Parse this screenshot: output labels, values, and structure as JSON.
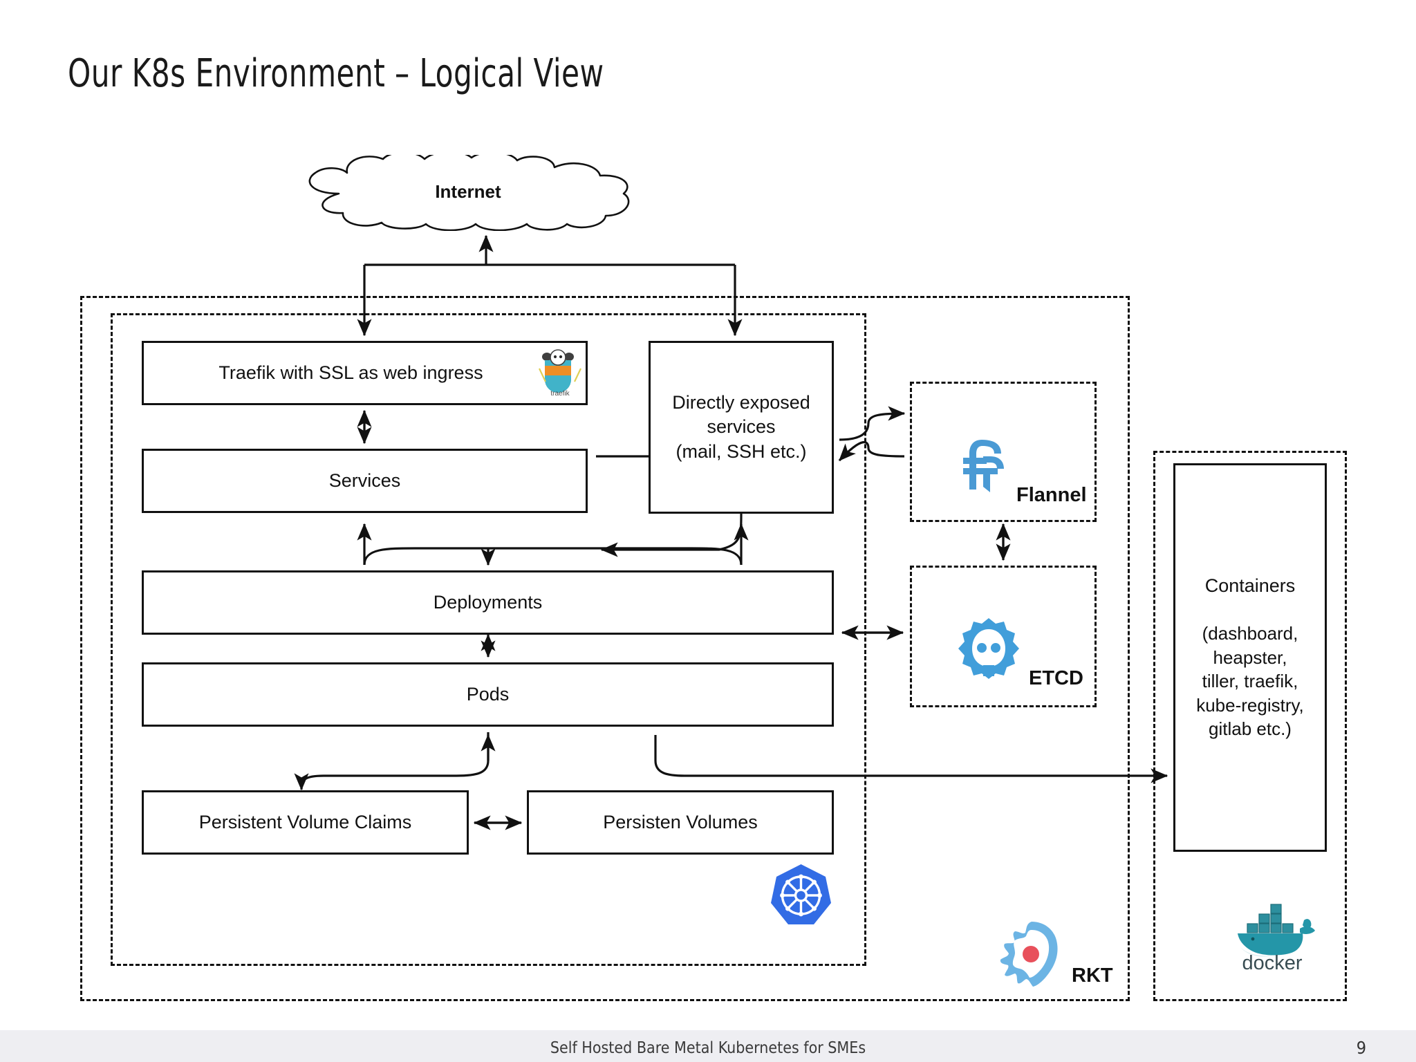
{
  "slide": {
    "title": "Our K8s Environment – Logical View",
    "page_number": "9",
    "footer": "Self Hosted Bare Metal Kubernetes for SMEs"
  },
  "diagram": {
    "cloud": {
      "label": "Internet"
    },
    "boxes": {
      "traefik": {
        "label": "Traefik with SSL as web ingress"
      },
      "services": {
        "label": "Services"
      },
      "exposed": {
        "label": "Directly exposed\nservices\n(mail, SSH etc.)"
      },
      "deployments": {
        "label": "Deployments"
      },
      "pods": {
        "label": "Pods"
      },
      "pvc": {
        "label": "Persistent Volume Claims"
      },
      "pv": {
        "label": "Persisten Volumes"
      },
      "containers": {
        "title": "Containers",
        "list": "(dashboard,\nheapster,\ntiller, traefik,\nkube-registry,\ngitlab etc.)"
      }
    },
    "logo_labels": {
      "flannel": "Flannel",
      "etcd": "ETCD",
      "rkt": "RKT",
      "traefik": "traefik",
      "docker": "docker"
    },
    "colors": {
      "flannel_blue": "#4a9ad4",
      "etcd_blue": "#419eda",
      "kubernetes_blue": "#326ce5",
      "rkt_blue": "#6cb4e4",
      "rkt_red": "#e8505b",
      "docker_teal": "#2496a8",
      "traefik_orange": "#ed8e26",
      "traefik_blue": "#41b3c9",
      "stroke": "#111111",
      "footer_bg": "#eeeef2"
    }
  }
}
